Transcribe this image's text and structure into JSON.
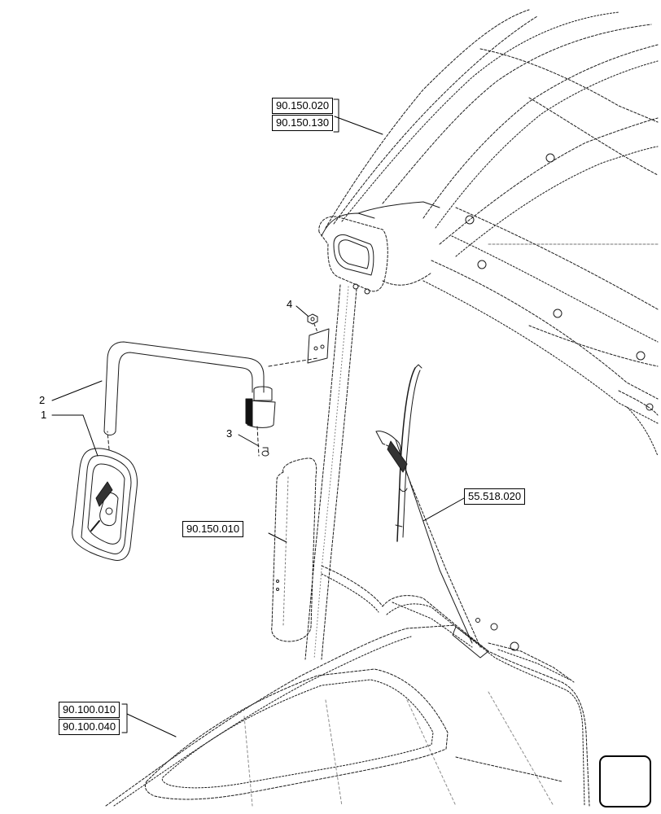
{
  "callouts": {
    "item1": "1",
    "item2": "2",
    "item3": "3",
    "item4": "4"
  },
  "references": {
    "ref_90_150_020": "90.150.020",
    "ref_90_150_130": "90.150.130",
    "ref_90_150_010": "90.150.010",
    "ref_55_518_020": "55.518.020",
    "ref_90_100_010": "90.100.010",
    "ref_90_100_040": "90.100.040"
  },
  "icons": {
    "navigation": "next-page-arrow-icon"
  }
}
